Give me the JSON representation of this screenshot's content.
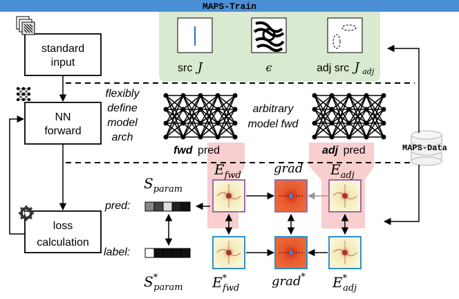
{
  "title": "MAPS-Train",
  "colors": {
    "title_bar": "#4a8fd6",
    "green_panel": "#d9ead1",
    "pink_band": "#f7c9c9",
    "purple_border": "#9a6aa8",
    "blue_border": "#2f8fd0",
    "field_bg": "#f6f1c8",
    "grad_bg": "#e8582d"
  },
  "left_flow": {
    "standard_input": [
      "standard",
      "input"
    ],
    "nn_forward": [
      "NN",
      "forward"
    ],
    "loss_calculation": [
      "loss",
      "calculation"
    ]
  },
  "top_panel": {
    "src_prefix": "src",
    "src_symbol": "J",
    "eps_symbol": "ϵ",
    "adj_prefix": "adj src",
    "adj_symbol": "J",
    "adj_subscript": "adj"
  },
  "middle": {
    "flexibly_define": [
      "flexibly",
      "define",
      "model",
      "arch"
    ],
    "arbitrary": [
      "arbitrary",
      "model fwd"
    ],
    "fwd_bold": "fwd",
    "adj_bold": "adj",
    "pred_word": "pred"
  },
  "bottom": {
    "s_param": "S",
    "s_param_sub": "param",
    "s_param_star": "S",
    "s_param_star_sup": "*",
    "pred_label": "pred:",
    "label_label": "label:",
    "e_fwd": "E",
    "e_fwd_sub": "fwd",
    "grad": "grad",
    "e_adj": "E",
    "e_adj_sub": "adj",
    "e_fwd_star": "E",
    "e_adj_star": "E",
    "grad_star": "grad",
    "star": "*"
  },
  "maps_data": "MAPS-Data",
  "icons": [
    "layers-icon",
    "network-icon",
    "gear-icon",
    "database-icon"
  ]
}
